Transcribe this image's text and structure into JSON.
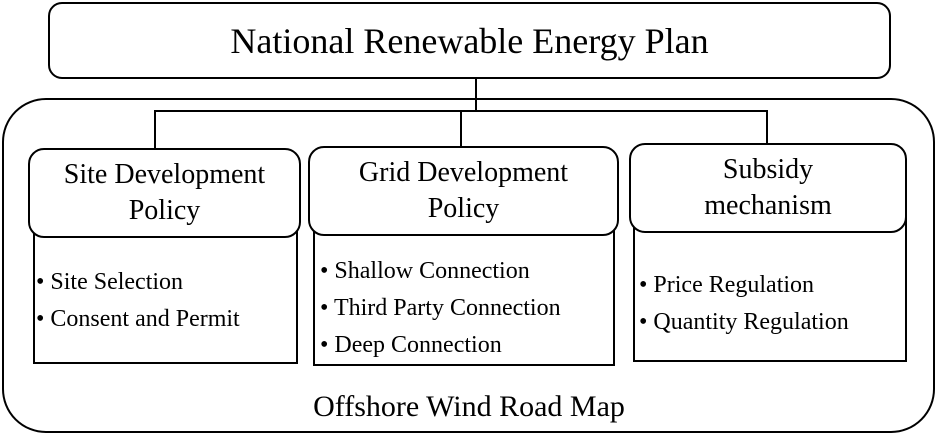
{
  "top": {
    "title": "National Renewable Energy Plan"
  },
  "columns": [
    {
      "header": [
        "Site Development",
        "Policy"
      ],
      "items": [
        "• Site Selection",
        "• Consent and Permit"
      ]
    },
    {
      "header": [
        "Grid Development",
        "Policy"
      ],
      "items": [
        "• Shallow Connection",
        "• Third Party Connection",
        "• Deep Connection"
      ]
    },
    {
      "header": [
        "Subsidy",
        "mechanism"
      ],
      "items": [
        "• Price Regulation",
        "• Quantity Regulation"
      ]
    }
  ],
  "footer": {
    "label": "Offshore Wind Road Map"
  }
}
